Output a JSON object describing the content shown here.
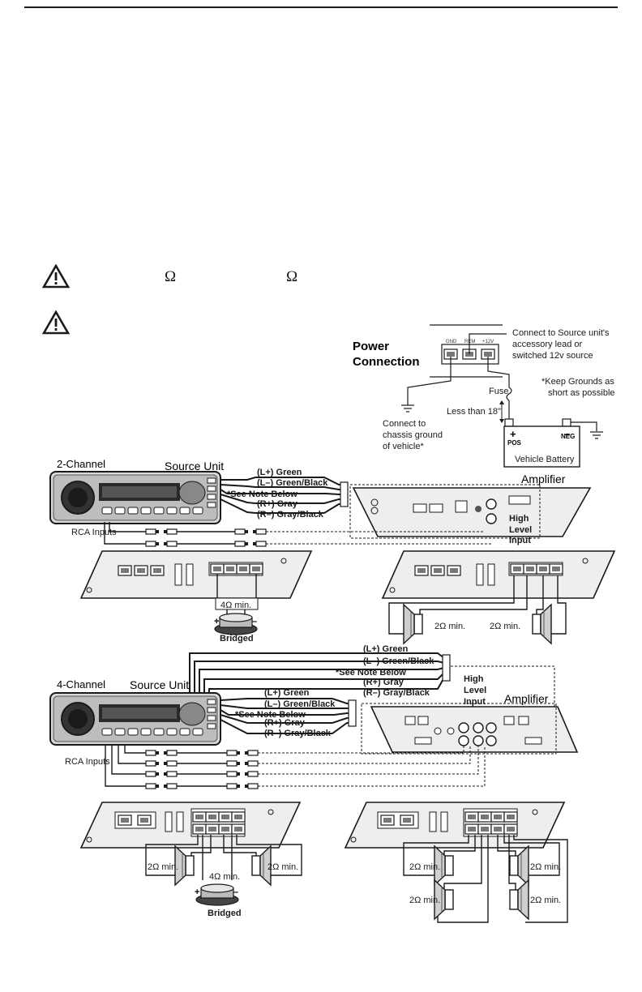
{
  "warnings": {
    "ohm_symbol_1": "Ω",
    "ohm_symbol_2": "Ω"
  },
  "power": {
    "title_line1": "Power",
    "title_line2": "Connection",
    "source_note_1": "Connect to Source unit's",
    "source_note_2": "accessory lead or",
    "source_note_3": "switched 12v source",
    "grounds_note_1": "*Keep Grounds as",
    "grounds_note_2": "short as possible",
    "fuse": "Fuse",
    "less_than": "Less than 18\"",
    "chassis_1": "Connect to",
    "chassis_2": "chassis ground",
    "chassis_3": "of vehicle*",
    "pos_sign": "+",
    "pos": "POS",
    "neg_sign": "–",
    "neg": "NEG",
    "battery": "Vehicle Battery",
    "terminals": [
      "GND",
      "REM",
      "+12V"
    ]
  },
  "two_channel": {
    "heading": "2-Channel",
    "source_unit": "Source Unit",
    "amplifier": "Amplifier",
    "rca_inputs": "RCA Inputs",
    "wires": [
      "(L+) Green",
      "(L–) Green/Black",
      "*See Note Below",
      "(R+) Gray",
      "(R–) Gray/Black"
    ],
    "high_level_1": "High",
    "high_level_2": "Level",
    "high_level_3": "Input",
    "bridged_load": "4Ω min.",
    "bridged": "Bridged",
    "stereo_left": "2Ω min.",
    "stereo_right": "2Ω min."
  },
  "four_channel": {
    "heading": "4-Channel",
    "source_unit": "Source Unit",
    "amplifier": "Amplifier",
    "rca_inputs": "RCA Inputs",
    "wires_top": [
      "(L+) Green",
      "(L–) Green/Black",
      "*See Note Below",
      "(R+) Gray",
      "(R–) Gray/Black"
    ],
    "wires_bottom": [
      "(L+) Green",
      "(L–) Green/Black",
      "*See Note Below",
      "(R+) Gray",
      "(R–) Gray/Black"
    ],
    "high_level_1": "High",
    "high_level_2": "Level",
    "high_level_3": "Input",
    "left_loads": [
      "2Ω min.",
      "2Ω min."
    ],
    "bridged_load": "4Ω min.",
    "bridged": "Bridged",
    "right_loads": [
      "2Ω min.",
      "2Ω min.",
      "2Ω min.",
      "2Ω min."
    ]
  }
}
